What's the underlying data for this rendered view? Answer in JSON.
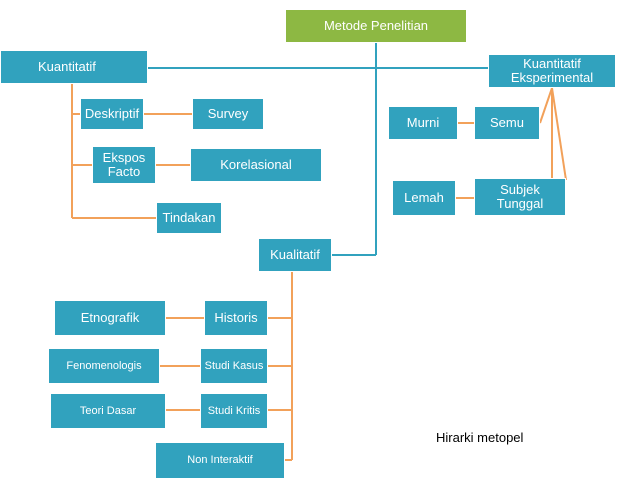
{
  "colors": {
    "node": "#31a2be",
    "root": "#8db843",
    "line_blue": "#31a2be",
    "line_orange": "#f2a15a"
  },
  "nodes": {
    "root": "Metode Penelitian",
    "kuantitatif": "Kuantitatif",
    "kuant_eksperimental": "Kuantitatif\nEksperimental",
    "deskriptif": "Deskriptif",
    "survey": "Survey",
    "ekspos_facto": "Ekspos\nFacto",
    "korelasional": "Korelasional",
    "tindakan": "Tindakan",
    "murni": "Murni",
    "semu": "Semu",
    "lemah": "Lemah",
    "subjek_tunggal": "Subjek\nTunggal",
    "kualitatif": "Kualitatif",
    "etnografik": "Etnografik",
    "historis": "Historis",
    "fenomenologis": "Fenomenologis",
    "studi_kasus": "Studi Kasus",
    "teori_dasar": "Teori Dasar",
    "studi_kritis": "Studi Kritis",
    "non_interaktif": "Non Interaktif"
  },
  "caption": "Hirarki metopel"
}
